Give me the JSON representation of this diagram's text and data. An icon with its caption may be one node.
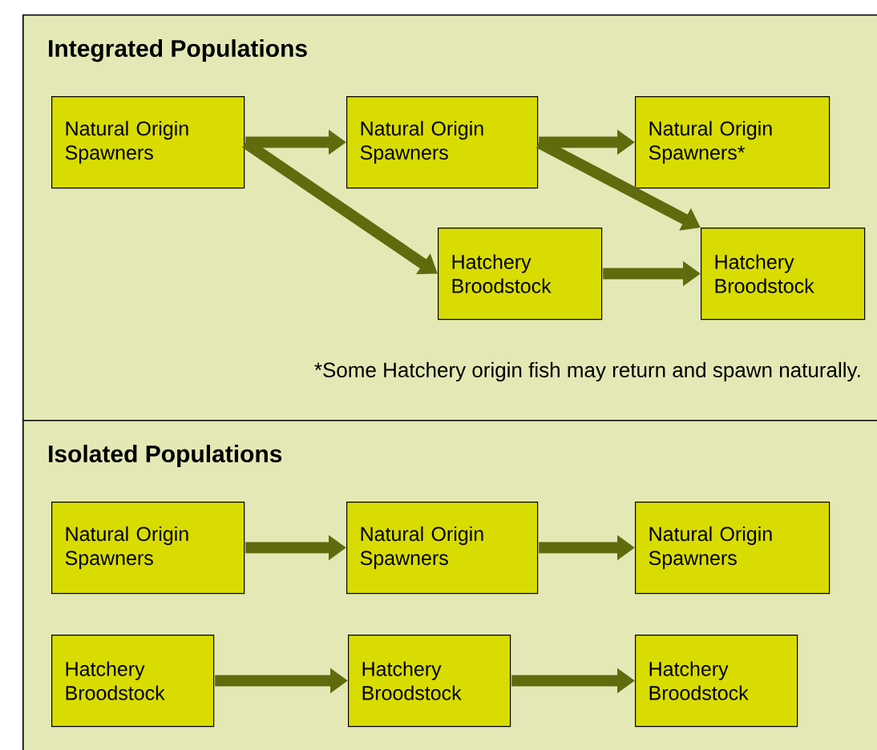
{
  "diagram": {
    "nodes": [
      {
        "text": [
          "Integrated Populations"
        ]
      },
      {
        "text": [
          "Natural Origin Spawners"
        ],
        "in": 0
      },
      {
        "text": [
          "Natural Origin Spawners"
        ],
        "in": 0
      },
      {
        "text": [
          "Natural Origin Spawners*"
        ],
        "in": 0
      },
      {
        "text": [
          "Hatchery Broodstock"
        ],
        "in": 0
      },
      {
        "text": [
          "Hatchery Broodstock"
        ],
        "in": 0
      },
      {
        "text": [
          "Isolated Populations"
        ]
      },
      {
        "text": [
          "Natural Origin Spawners"
        ],
        "in": 6
      },
      {
        "text": [
          "Natural Origin Spawners"
        ],
        "in": 6
      },
      {
        "text": [
          "Natural Origin Spawners"
        ],
        "in": 6
      },
      {
        "text": [
          "Hatchery Broodstock"
        ],
        "in": 6
      },
      {
        "text": [
          "Hatchery Broodstock"
        ],
        "in": 6
      },
      {
        "text": [
          "Hatchery Broodstock"
        ],
        "in": 6
      }
    ],
    "edges": [
      {
        "from": 1,
        "to": 2,
        "arrow": "to"
      },
      {
        "from": 1,
        "to": 4,
        "arrow": "to"
      },
      {
        "from": 2,
        "to": 3,
        "arrow": "to"
      },
      {
        "from": 2,
        "to": 5,
        "arrow": "to"
      },
      {
        "from": 4,
        "to": 5,
        "arrow": "to"
      },
      {
        "from": 7,
        "to": 8,
        "arrow": "to"
      },
      {
        "from": 8,
        "to": 9,
        "arrow": "to"
      },
      {
        "from": 10,
        "to": 11,
        "arrow": "to"
      },
      {
        "from": 11,
        "to": 12,
        "arrow": "to"
      }
    ],
    "labels": [
      "*Some Hatchery origin fish may return and spawn naturally."
    ]
  }
}
